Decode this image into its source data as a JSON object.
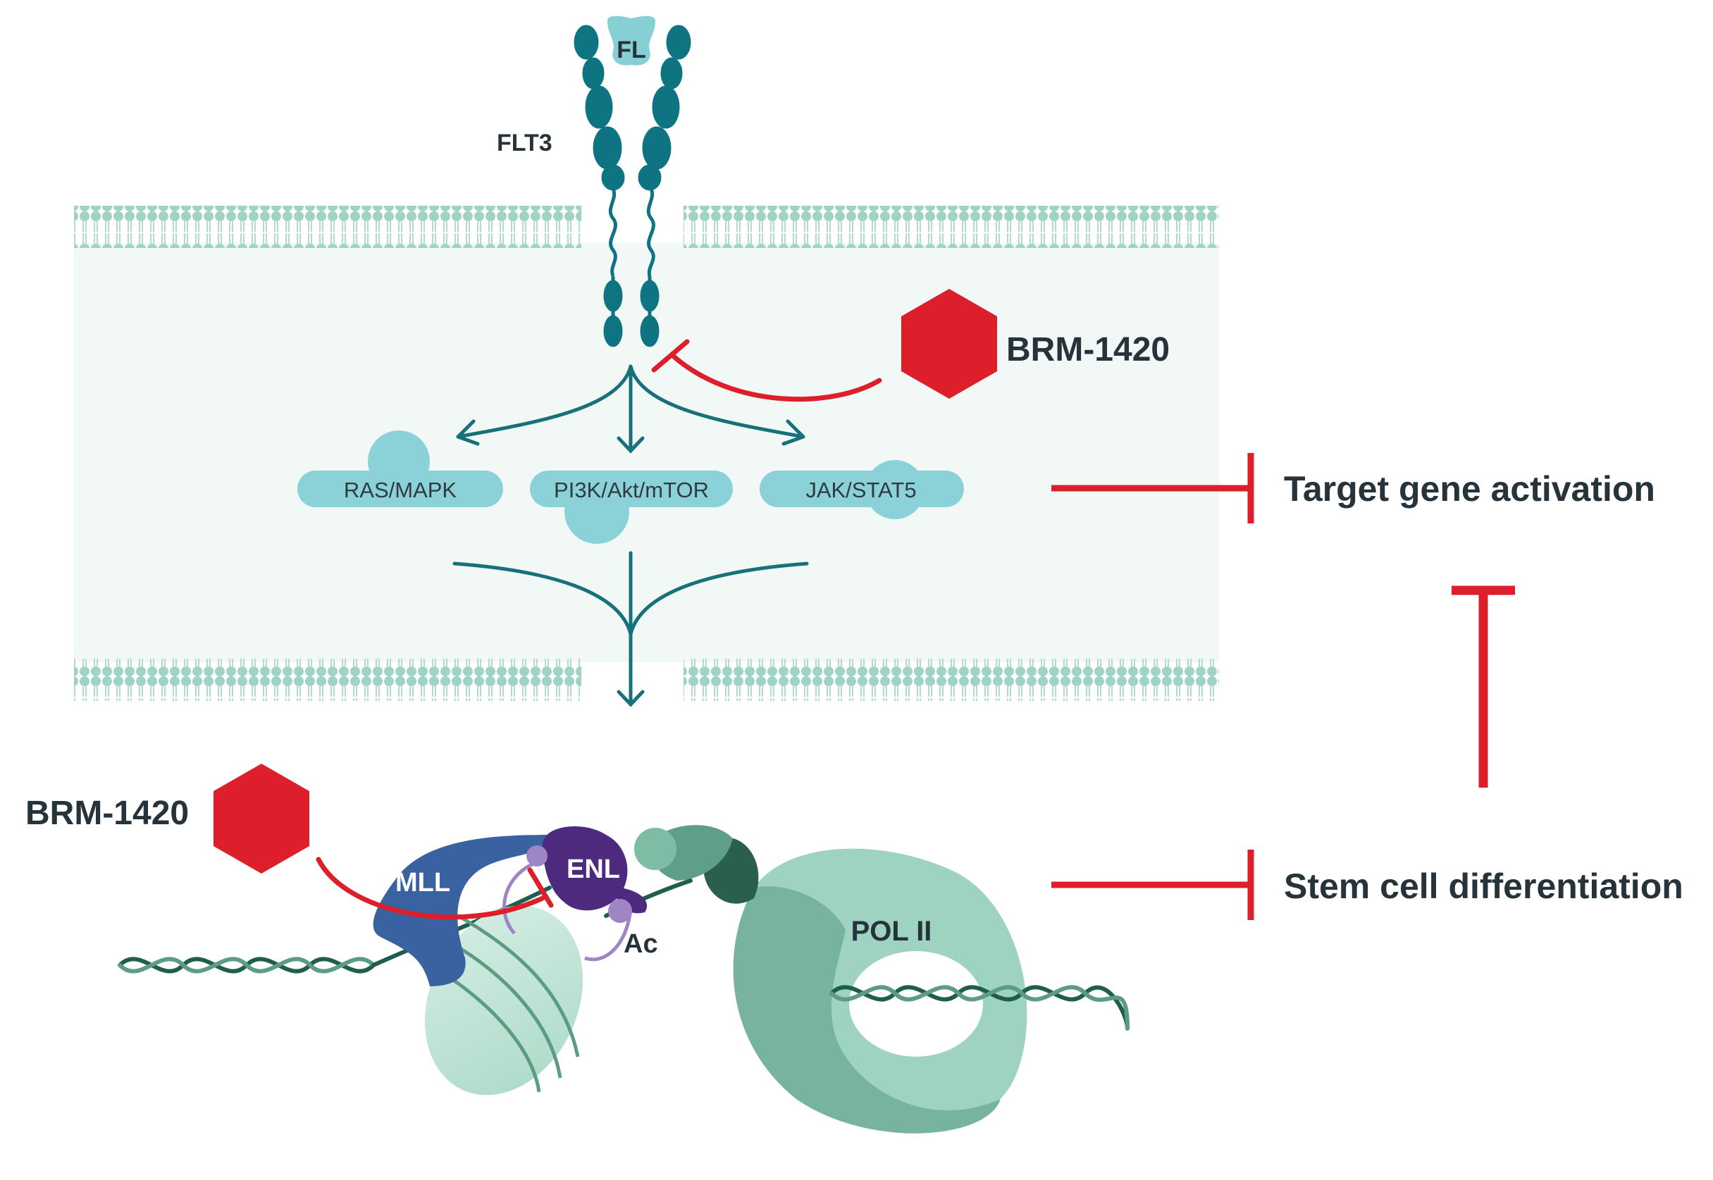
{
  "labels": {
    "ligand": "FL",
    "receptor": "FLT3",
    "drug_top": "BRM-1420",
    "drug_bottom": "BRM-1420",
    "mll": "MLL",
    "enl": "ENL",
    "acetyl": "Ac",
    "pol2": "POL II"
  },
  "pathways": [
    "RAS/MAPK",
    "PI3K/Akt/mTOR",
    "JAK/STAT5"
  ],
  "outcomes": {
    "target": "Target gene activation",
    "stem": "Stem cell differentiation"
  },
  "colors": {
    "membrane": "#9fd3c4",
    "cytoplasm": "#f1f8f6",
    "receptor": "#0f7482",
    "ligand": "#86cfd4",
    "pathway": "#8ad1d8",
    "arrow": "#17707a",
    "inhibitor": "#dc1f2b",
    "mll": "#3a62a1",
    "enl": "#4e2a7e",
    "nucleosome": "#c9e6da",
    "pol2": "#9dd3c0",
    "dna": "#1f5e4e"
  }
}
